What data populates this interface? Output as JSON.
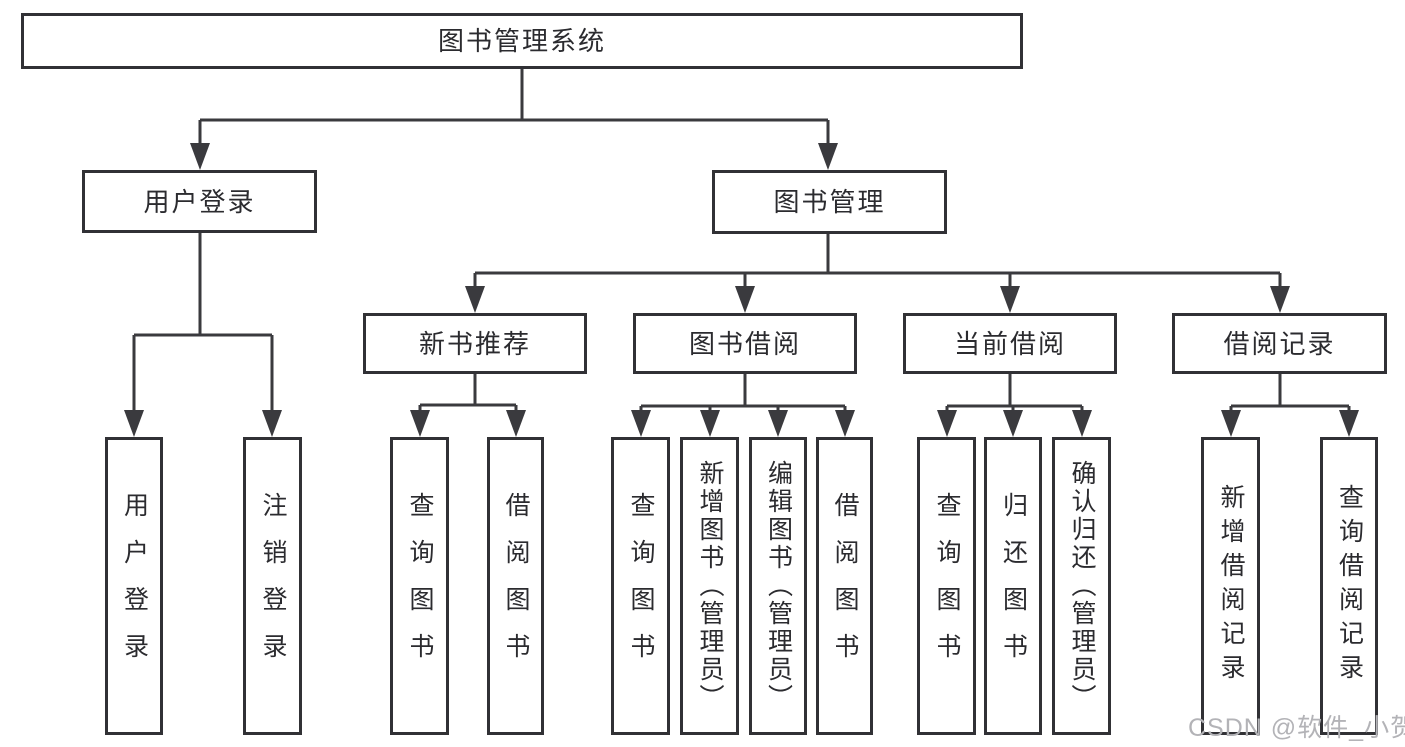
{
  "nodes": {
    "root": {
      "label": "图书管理系统"
    },
    "user_login": {
      "label": "用户登录"
    },
    "book_mgmt": {
      "label": "图书管理"
    },
    "new_books": {
      "label": "新书推荐"
    },
    "book_borrow": {
      "label": "图书借阅"
    },
    "current_borrow": {
      "label": "当前借阅"
    },
    "borrow_records": {
      "label": "借阅记录"
    },
    "leaf_user_login": {
      "label": "用户登录"
    },
    "leaf_logout": {
      "label": "注销登录"
    },
    "leaf_nb_query": {
      "label": "查询图书"
    },
    "leaf_nb_borrow": {
      "label": "借阅图书"
    },
    "leaf_bb_query": {
      "label": "查询图书"
    },
    "leaf_bb_add": {
      "label": "新增图书（管理员）"
    },
    "leaf_bb_edit": {
      "label": "编辑图书（管理员）"
    },
    "leaf_bb_borrow": {
      "label": "借阅图书"
    },
    "leaf_cb_query": {
      "label": "查询图书"
    },
    "leaf_cb_return": {
      "label": "归还图书"
    },
    "leaf_cb_confirm": {
      "label": "确认归还（管理员）"
    },
    "leaf_br_add": {
      "label": "新增借阅记录"
    },
    "leaf_br_query": {
      "label": "查询借阅记录"
    }
  },
  "watermark": {
    "text": "CSDN @软件_小贺同学"
  },
  "colors": {
    "line": "#3a3a3e",
    "box_border": "#313135",
    "text": "#2b2b2f",
    "watermark": "#b3b3b7",
    "background": "#ffffff"
  }
}
